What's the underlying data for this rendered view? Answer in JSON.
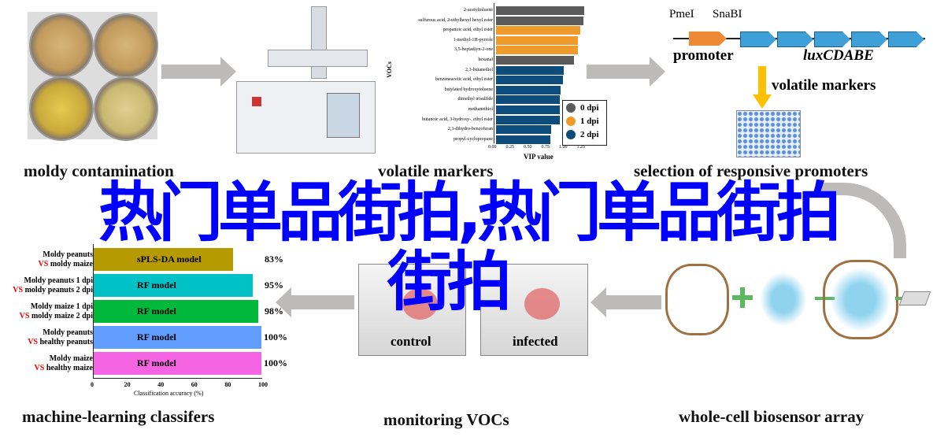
{
  "overlay_text": {
    "line1": "热门单品街拍,热门单品街拍",
    "line2": "街拍"
  },
  "labels": {
    "moldy": "moldy contamination",
    "volatile": "volatile markers",
    "selection": "selection of responsive promoters",
    "ml": "machine-learning classifers",
    "monitoring": "monitoring VOCs",
    "biosensor": "whole-cell biosensor array"
  },
  "gene": {
    "site1": "PmeI",
    "site2": "SnaBI",
    "promoter": "promoter",
    "operon": "luxCDABE",
    "markers": "volatile markers"
  },
  "boxes": {
    "control": "control",
    "infected": "infected"
  },
  "voc_chart": {
    "type": "bar",
    "ylabel": "VOCs",
    "xlabel": "VIP value",
    "xticks": [
      "0.00",
      "0.25",
      "0.50",
      "0.75",
      "1.00",
      "1.25"
    ],
    "xlim": [
      0,
      1.25
    ],
    "legend": [
      {
        "label": "0 dpi",
        "color": "#5a5a5a"
      },
      {
        "label": "1 dpi",
        "color": "#ee9b2c"
      },
      {
        "label": "2 dpi",
        "color": "#0e4c7c"
      }
    ],
    "items": [
      {
        "name": "2-acetyltoluene",
        "value": 1.24,
        "group": 0
      },
      {
        "name": "sulfurous acid, 2-ethylhexyl hexyl ester",
        "value": 1.23,
        "group": 0
      },
      {
        "name": "propanoic acid, ethyl ester",
        "value": 1.19,
        "group": 1
      },
      {
        "name": "1-methyl-1H-pyrrole",
        "value": 1.16,
        "group": 1
      },
      {
        "name": "3,5-heptadiyn-2-one",
        "value": 1.16,
        "group": 1
      },
      {
        "name": "hexanal",
        "value": 1.1,
        "group": 0
      },
      {
        "name": "2,3-butanediol",
        "value": 0.95,
        "group": 2
      },
      {
        "name": "benzeneacetic acid, ethyl ester",
        "value": 0.94,
        "group": 2
      },
      {
        "name": "butylated hydroxytoluene",
        "value": 0.91,
        "group": 2
      },
      {
        "name": "dimethyl trisulfide",
        "value": 0.9,
        "group": 2
      },
      {
        "name": "methanethiol",
        "value": 0.9,
        "group": 2
      },
      {
        "name": "butanoic acid, 3-hydroxy-, ethyl ester",
        "value": 0.9,
        "group": 2
      },
      {
        "name": "2,3-dihydro-benzofuran",
        "value": 0.78,
        "group": 2
      },
      {
        "name": "propyl-cyclopropane",
        "value": 0.77,
        "group": 2
      }
    ]
  },
  "chart_data": {
    "type": "bar",
    "title": "",
    "xlabel": "Classification accuracy (%)",
    "ylabel": "",
    "xlim": [
      0,
      100
    ],
    "xticks": [
      "0",
      "20",
      "40",
      "60",
      "80",
      "100"
    ],
    "items": [
      {
        "l1": "Moldy peanuts",
        "vs": "VS",
        "l2": "moldy maize",
        "model": "sPLS-DA model",
        "value": 83,
        "label": "83%",
        "color": "#b59a00"
      },
      {
        "l1": "Moldy peanuts 1 dpi",
        "vs": "VS",
        "l2": "moldy peanuts 2 dpi",
        "model": "RF model",
        "value": 95,
        "label": "95%",
        "color": "#00c1c6"
      },
      {
        "l1": "Moldy maize 1 dpi",
        "vs": "VS",
        "l2": "moldy maize 2 dpi",
        "model": "RF model",
        "value": 98,
        "label": "98%",
        "color": "#00b83a"
      },
      {
        "l1": "Moldy peanuts",
        "vs": "VS",
        "l2": "healthy peanuts",
        "model": "RF model",
        "value": 100,
        "label": "100%",
        "color": "#619cff"
      },
      {
        "l1": "Moldy maize",
        "vs": "VS",
        "l2": "healthy maize",
        "model": "RF model",
        "value": 100,
        "label": "100%",
        "color": "#f564e3"
      }
    ]
  }
}
